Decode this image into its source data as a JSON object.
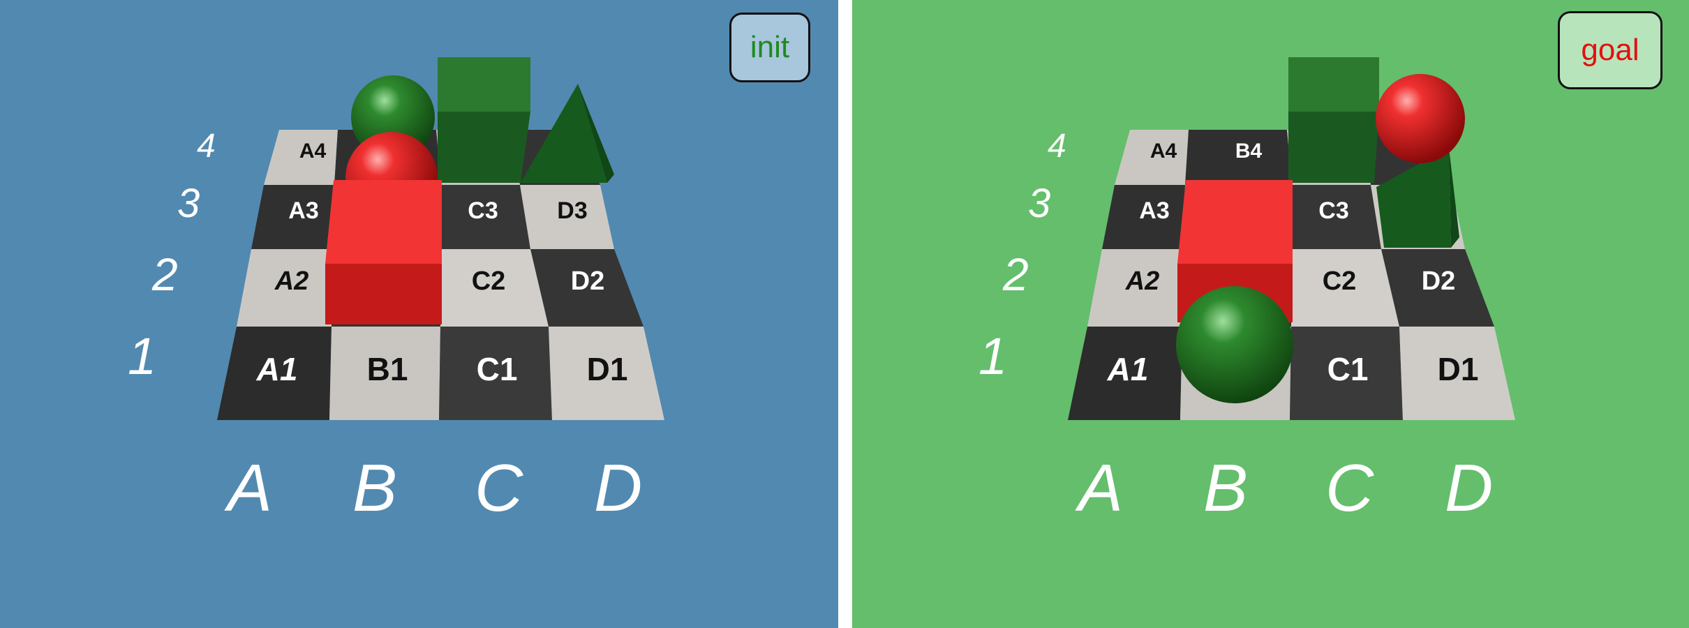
{
  "panels": {
    "init": {
      "badge": "init",
      "colors": {
        "background": "#5289b0",
        "badge_text": "#1f8a1f"
      },
      "tile_labels": [
        "A1",
        "B1",
        "C1",
        "D1",
        "A2",
        "C2",
        "D2",
        "A3",
        "C3",
        "D3",
        "A4"
      ],
      "objects": [
        {
          "type": "cube",
          "color": "red",
          "cell": "B2"
        },
        {
          "type": "sphere",
          "color": "red",
          "cell": "B3"
        },
        {
          "type": "sphere",
          "color": "green",
          "cell": "B4"
        },
        {
          "type": "cube",
          "color": "green",
          "cell": "C4"
        },
        {
          "type": "pyramid",
          "color": "green",
          "cell": "D4"
        }
      ]
    },
    "goal": {
      "badge": "goal",
      "colors": {
        "background": "#64be6c",
        "badge_text": "#e31010"
      },
      "tile_labels": [
        "A1",
        "C1",
        "D1",
        "A2",
        "C2",
        "D2",
        "A3",
        "C3",
        "A4",
        "B4"
      ],
      "objects": [
        {
          "type": "sphere",
          "color": "green",
          "cell": "B1"
        },
        {
          "type": "cube",
          "color": "red",
          "cell": "B2"
        },
        {
          "type": "cube",
          "color": "green",
          "cell": "C4"
        },
        {
          "type": "sphere",
          "color": "red",
          "cell": "D4"
        },
        {
          "type": "pyramid",
          "color": "green",
          "cell": "D3"
        }
      ]
    }
  },
  "rows": [
    "1",
    "2",
    "3",
    "4"
  ],
  "columns": [
    "A",
    "B",
    "C",
    "D"
  ]
}
